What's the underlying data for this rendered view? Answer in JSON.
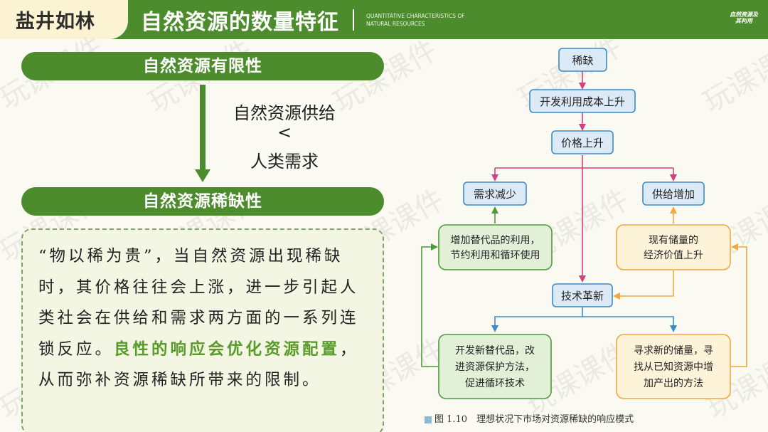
{
  "header": {
    "author": "盐井如林",
    "title": "自然资源的数量特征",
    "subtitle_en": "QUANTITATIVE CHARACTERISTICS OF NATURAL RESOURCES",
    "logo_text": "自然资源及其利用"
  },
  "left": {
    "pill_top": "自然资源有限性",
    "pill_bottom": "自然资源稀缺性",
    "supply_line1": "自然资源供给",
    "supply_symbol": "<",
    "supply_line3": "人类需求",
    "quote_part1": "“物以稀为贵”，当自然资源出现稀缺时，其价格往往会上涨，进一步引起人类社会在供给和需求两方面的一系列连锁反应。",
    "quote_highlight": "良性的响应会优化资源配置",
    "quote_part2": "，从而弥补资源稀缺所带来的限制。"
  },
  "diagram": {
    "nodes": {
      "scarcity": "稀缺",
      "cost_up": "开发利用成本上升",
      "price_up": "价格上升",
      "demand_down": "需求减少",
      "supply_up": "供给增加",
      "substitute_use": [
        "增加替代品的利用，",
        "节约利用和循环使用"
      ],
      "reserve_value": [
        "现有储量的",
        "经济价值上升"
      ],
      "tech": "技术革新",
      "develop_sub": [
        "开发新替代品，改",
        "进资源保护方法，",
        "促进循环技术"
      ],
      "seek_reserve": [
        "寻求新的储量，寻",
        "找从已知资源中增",
        "加产出的方法"
      ]
    },
    "caption": "图 1.10　理想状况下市场对资源稀缺的响应模式",
    "colors": {
      "pink_arrow": "#d63f7a",
      "blue_arrow": "#3a8bc7",
      "green_arrow": "#4d9a3c",
      "orange_arrow": "#f0a840",
      "blue_fill": "#dceaf7",
      "green_fill": "#e2f0d8",
      "orange_fill": "#fdf3d9"
    }
  },
  "watermark": "玩课课件"
}
